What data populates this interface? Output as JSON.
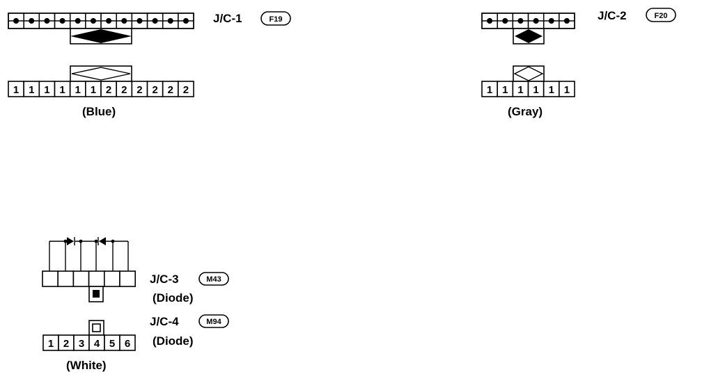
{
  "connectors": {
    "jc1": {
      "name": "J/C-1",
      "code": "F19",
      "color": "(Blue)",
      "pins": [
        "1",
        "1",
        "1",
        "1",
        "1",
        "1",
        "2",
        "2",
        "2",
        "2",
        "2",
        "2"
      ]
    },
    "jc2": {
      "name": "J/C-2",
      "code": "F20",
      "color": "(Gray)",
      "pins": [
        "1",
        "1",
        "1",
        "1",
        "1",
        "1"
      ]
    },
    "jc3": {
      "name": "J/C-3",
      "code": "M43",
      "type": "(Diode)"
    },
    "jc4": {
      "name": "J/C-4",
      "code": "M94",
      "type": "(Diode)",
      "color": "(White)",
      "pins": [
        "1",
        "2",
        "3",
        "4",
        "5",
        "6"
      ]
    }
  }
}
